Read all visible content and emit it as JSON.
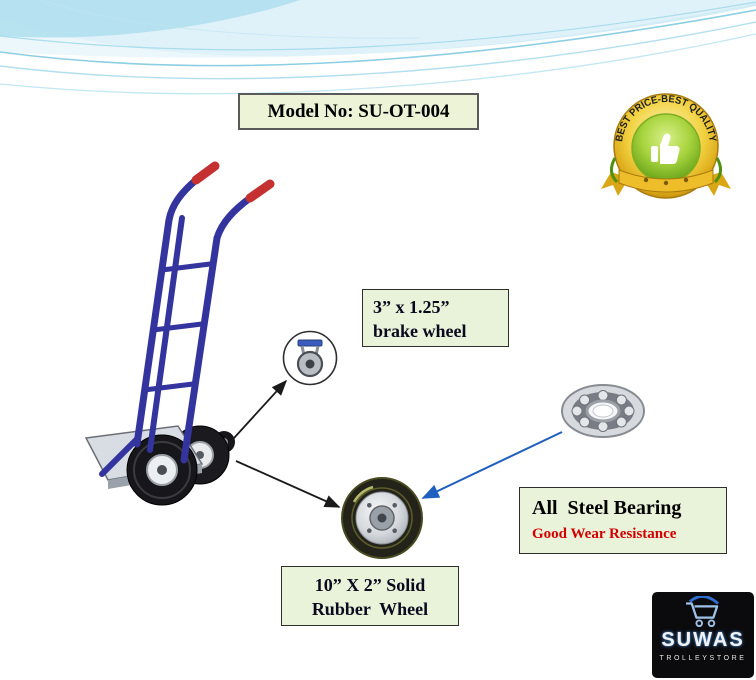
{
  "colors": {
    "callout_bg": "#e9f3da",
    "callout_border": "#2e2e2e",
    "model_box_bg": "#edf3d6",
    "accent_red": "#d40000",
    "arrow_black": "#1a1a1a",
    "arrow_blue": "#1f5fbf",
    "badge_gold": "#f2d241",
    "badge_green": "#7fb02a",
    "trolley_frame_blue": "#34349e",
    "logo_bg": "#0b0b0e"
  },
  "model_box": {
    "label": "Model No: SU-OT-004"
  },
  "badge": {
    "ring_text": "BEST PRICE-BEST QUALITY",
    "icon": "thumbs-up"
  },
  "callouts": {
    "brake_wheel": {
      "line1": "3” x 1.25”",
      "line2": "brake wheel"
    },
    "bearing": {
      "line1": "All  Steel Bearing",
      "line2": "Good Wear Resistance"
    },
    "rubber_wheel": {
      "line1": "10” X 2” Solid",
      "line2": "Rubber  Wheel"
    }
  },
  "images": {
    "trolley": "blue-hand-trolley",
    "caster": "brake-caster-wheel-photo",
    "bearing": "steel-ball-bearing-photo",
    "wheel": "solid-rubber-wheel-photo"
  },
  "logo": {
    "title": "SUWAS",
    "subtitle": "TROLLEYSTORE"
  }
}
